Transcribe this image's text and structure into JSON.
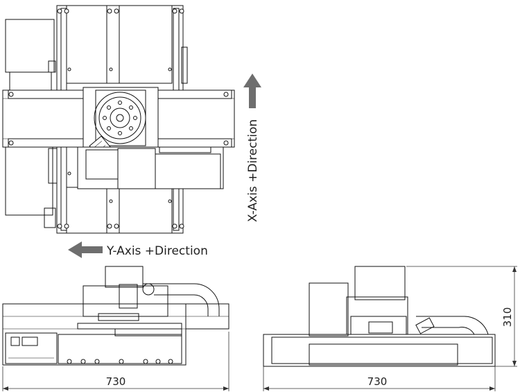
{
  "labels": {
    "x_axis": "X-Axis +Direction",
    "y_axis": "Y-Axis +Direction"
  },
  "dimensions": {
    "front_width": "730",
    "side_width": "730",
    "side_height": "310"
  },
  "colors": {
    "line": "#111111",
    "arrow": "#6e6e6e",
    "background": "#ffffff"
  },
  "icons": {
    "x_arrow": "arrow-up-icon",
    "y_arrow": "arrow-left-icon"
  }
}
